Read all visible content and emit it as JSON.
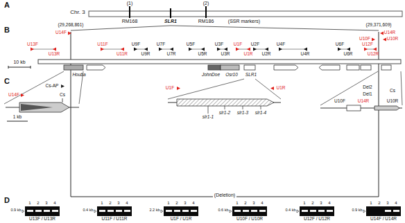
{
  "diagram": {
    "labels": [
      "A",
      "Chr. 3",
      "(1)",
      "(2)",
      "RM168",
      "SLR1",
      "RM186",
      "(SSR markers)",
      "B",
      "(29,268,861)",
      "(29,371,609)",
      "U14F",
      "U14R",
      "U10F",
      "U10R",
      "U13F",
      "U11F",
      "U9F",
      "U7F",
      "U5F",
      "U3F",
      "U1F",
      "U2F",
      "U4F",
      "U6F",
      "U12F",
      "U13R",
      "U11R",
      "U9R",
      "U7R",
      "U5R",
      "U3R",
      "U1R",
      "U2R",
      "U4R",
      "U6R",
      "U12R",
      "10 kb",
      "Houba",
      "JohnDoe",
      "Osr10",
      "SLR1",
      "C",
      "Cs-AP",
      "U14F",
      "Cs",
      "1 kb",
      "U1F",
      "U1R",
      "slr1-1",
      "slr1-2",
      "slr1-3",
      "slr1-4",
      "Del2",
      "Del1",
      "Cs",
      "U10F",
      "U14R",
      "U10R",
      "(Deletion)",
      "D",
      "1",
      "2",
      "3",
      "4",
      "0.9 kb",
      "U13F / U13R",
      "1",
      "2",
      "3",
      "4",
      "0.4 kb",
      "U11F / U11R",
      "1",
      "2",
      "3",
      "4",
      "2.2 kb",
      "U1F / U1R",
      "1",
      "2",
      "3",
      "4",
      "0.6 kb",
      "U10F / U10R",
      "1",
      "2",
      "3",
      "4",
      "0.4 kb",
      "U12F / U12R",
      "1",
      "2",
      "3",
      "4",
      "0.9 kb",
      "U14F / U14R"
    ]
  }
}
